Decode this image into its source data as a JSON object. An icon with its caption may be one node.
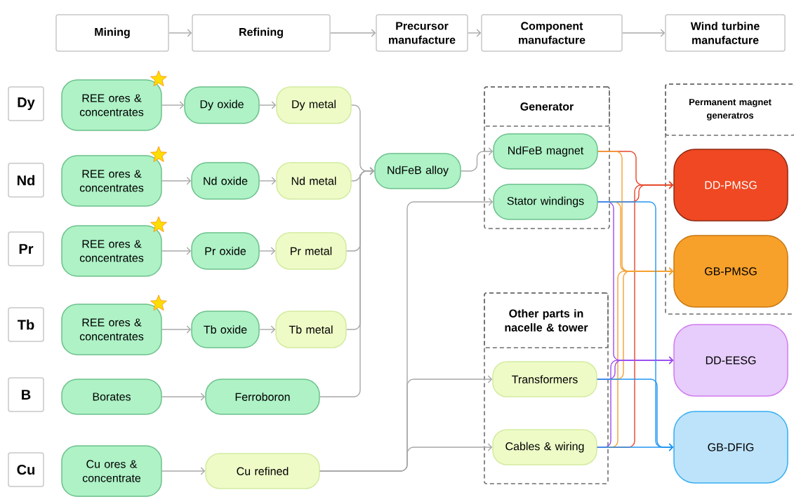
{
  "diagram": {
    "nodes": [
      {
        "text": [
          "Mining"
        ]
      },
      {
        "text": [
          "Refining"
        ]
      },
      {
        "text": [
          "Precursor manufacture"
        ]
      },
      {
        "text": [
          "Component manufacture"
        ]
      },
      {
        "text": [
          "Wind turbine manufacture"
        ]
      },
      {
        "text": [
          "Dy"
        ]
      },
      {
        "text": [
          "Nd"
        ]
      },
      {
        "text": [
          "Pr"
        ]
      },
      {
        "text": [
          "Tb"
        ]
      },
      {
        "text": [
          "B"
        ]
      },
      {
        "text": [
          "Cu"
        ]
      },
      {
        "text": [
          "REE ores & concentrates"
        ]
      },
      {
        "text": [
          "Dy oxide"
        ]
      },
      {
        "text": [
          "Dy metal"
        ]
      },
      {
        "text": [
          "REE ores & concentrates"
        ]
      },
      {
        "text": [
          "Nd oxide"
        ]
      },
      {
        "text": [
          "Nd metal"
        ]
      },
      {
        "text": [
          "REE ores & concentrates"
        ]
      },
      {
        "text": [
          "Pr oxide"
        ]
      },
      {
        "text": [
          "Pr metal"
        ]
      },
      {
        "text": [
          "REE ores & concentrates"
        ]
      },
      {
        "text": [
          "Tb oxide"
        ]
      },
      {
        "text": [
          "Tb metal"
        ]
      },
      {
        "text": [
          "Borates"
        ]
      },
      {
        "text": [
          "Ferroboron"
        ]
      },
      {
        "text": [
          "Cu ores & concentrate"
        ]
      },
      {
        "text": [
          "Cu refined"
        ]
      },
      {
        "text": [
          "NdFeB alloy"
        ]
      },
      {
        "text": [
          "Generator"
        ]
      },
      {
        "text": [
          "NdFeB magnet"
        ],
        "in": 28
      },
      {
        "text": [
          "Stator windings"
        ],
        "in": 28
      },
      {
        "text": [
          "Other parts in nacelle & tower"
        ]
      },
      {
        "text": [
          "Transformers"
        ],
        "in": 31
      },
      {
        "text": [
          "Cables & wiring"
        ],
        "in": 31
      },
      {
        "text": [
          "Permanent magnet generatros"
        ]
      },
      {
        "text": [
          "DD-PMSG"
        ],
        "in": 34
      },
      {
        "text": [
          "GB-PMSG"
        ],
        "in": 34
      },
      {
        "text": [
          "DD-EESG"
        ]
      },
      {
        "text": [
          "GB-DFIG"
        ]
      }
    ],
    "edges": [
      {
        "from": 0,
        "to": 1,
        "arrow": "to"
      },
      {
        "from": 1,
        "to": 2,
        "arrow": "to"
      },
      {
        "from": 2,
        "to": 3,
        "arrow": "to"
      },
      {
        "from": 3,
        "to": 4,
        "arrow": "to"
      },
      {
        "from": 11,
        "to": 12,
        "arrow": "to"
      },
      {
        "from": 12,
        "to": 13,
        "arrow": "to"
      },
      {
        "from": 14,
        "to": 15,
        "arrow": "to"
      },
      {
        "from": 15,
        "to": 16,
        "arrow": "to"
      },
      {
        "from": 17,
        "to": 18,
        "arrow": "to"
      },
      {
        "from": 18,
        "to": 19,
        "arrow": "to"
      },
      {
        "from": 20,
        "to": 21,
        "arrow": "to"
      },
      {
        "from": 21,
        "to": 22,
        "arrow": "to"
      },
      {
        "from": 23,
        "to": 24,
        "arrow": "to"
      },
      {
        "from": 25,
        "to": 26,
        "arrow": "to"
      },
      {
        "from": 13,
        "to": 27,
        "arrow": "to"
      },
      {
        "from": 16,
        "to": 27,
        "arrow": "to"
      },
      {
        "from": 19,
        "to": 27,
        "arrow": "to"
      },
      {
        "from": 22,
        "to": 27,
        "arrow": "to"
      },
      {
        "from": 24,
        "to": 27,
        "arrow": "to"
      },
      {
        "from": 27,
        "to": 29,
        "arrow": "to"
      },
      {
        "from": 26,
        "to": 30,
        "arrow": "to"
      },
      {
        "from": 26,
        "to": 32,
        "arrow": "to"
      },
      {
        "from": 26,
        "to": 33,
        "arrow": "to"
      },
      {
        "from": 29,
        "to": 35,
        "arrow": "to",
        "color": "#e8452a"
      },
      {
        "from": 30,
        "to": 35,
        "arrow": "to",
        "color": "#e8452a"
      },
      {
        "from": 33,
        "to": 35,
        "arrow": "to",
        "color": "#e8452a"
      },
      {
        "from": 29,
        "to": 36,
        "arrow": "to",
        "color": "#f5a030"
      },
      {
        "from": 30,
        "to": 36,
        "arrow": "to",
        "color": "#f5a030"
      },
      {
        "from": 32,
        "to": 36,
        "arrow": "to",
        "color": "#f5a030"
      },
      {
        "from": 33,
        "to": 36,
        "arrow": "to",
        "color": "#f5a030"
      },
      {
        "from": 30,
        "to": 37,
        "arrow": "to",
        "color": "#9b4df0"
      },
      {
        "from": 32,
        "to": 37,
        "arrow": "to",
        "color": "#9b4df0"
      },
      {
        "from": 33,
        "to": 37,
        "arrow": "to",
        "color": "#9b4df0"
      },
      {
        "from": 30,
        "to": 38,
        "arrow": "to",
        "color": "#2196f3"
      },
      {
        "from": 32,
        "to": 38,
        "arrow": "to",
        "color": "#2196f3"
      },
      {
        "from": 33,
        "to": 38,
        "arrow": "to",
        "color": "#2196f3"
      }
    ]
  }
}
